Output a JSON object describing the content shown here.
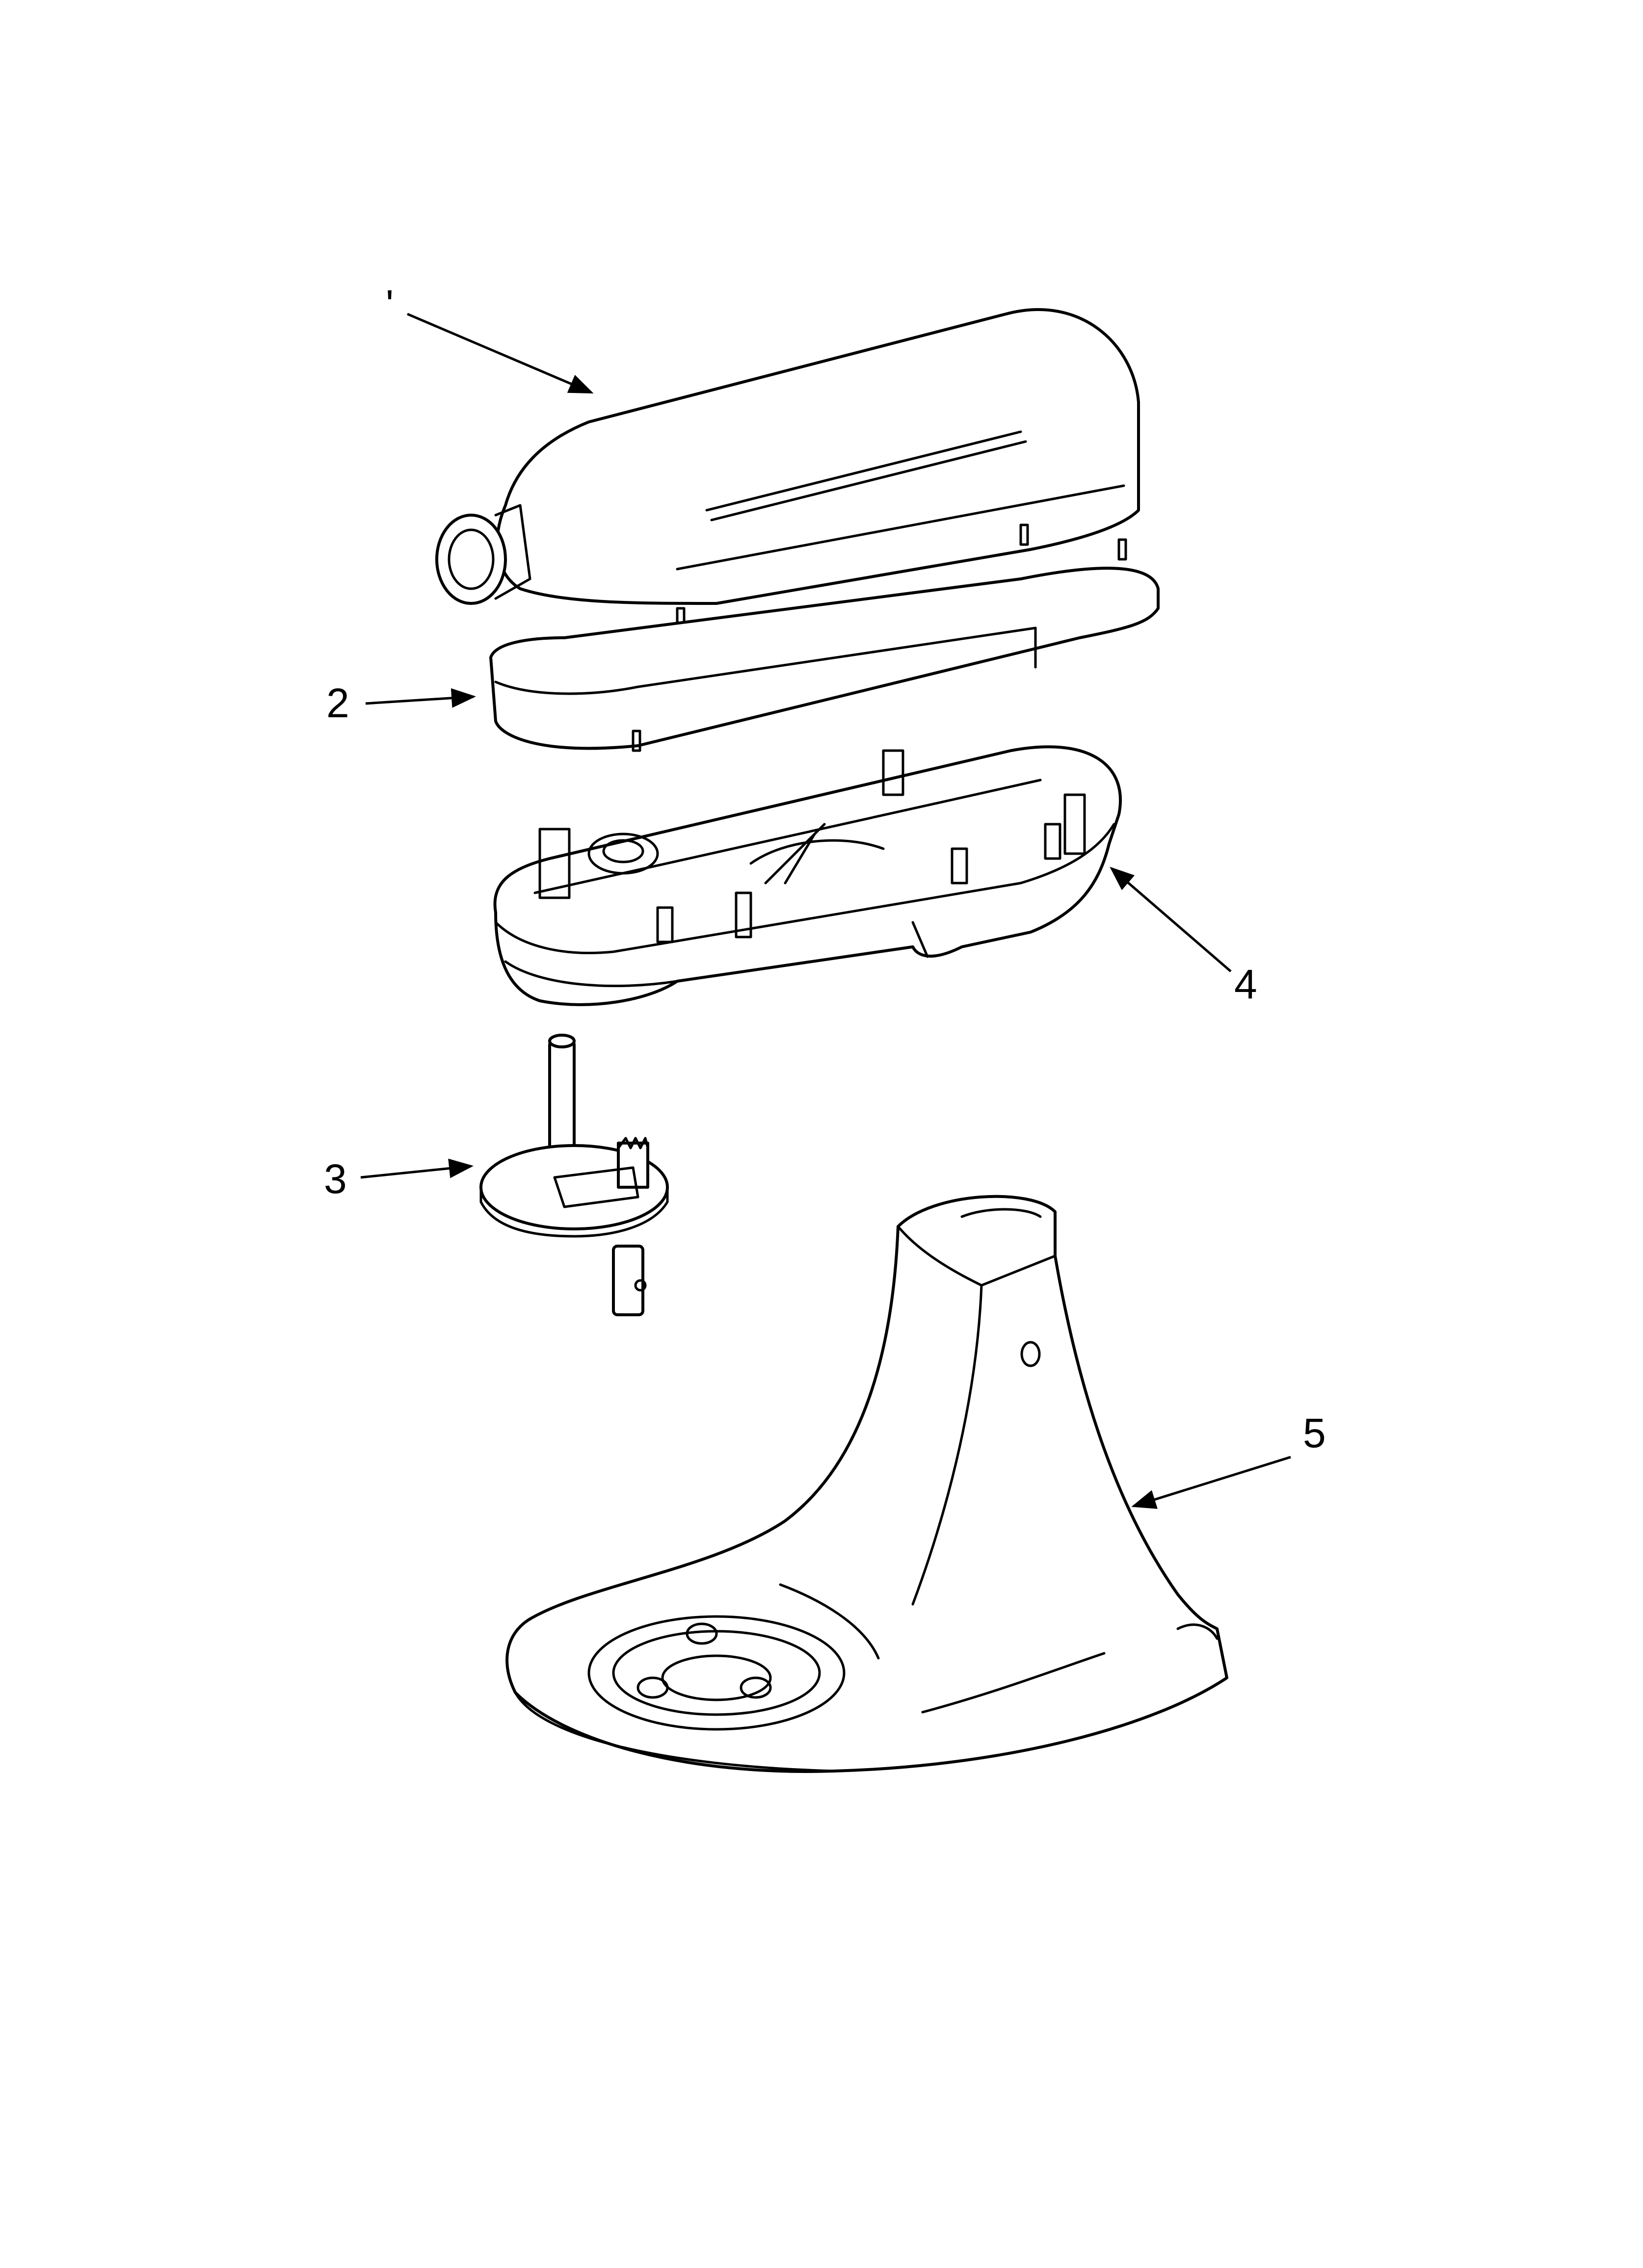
{
  "diagram": {
    "callouts": [
      {
        "id": "1",
        "label": "'"
      },
      {
        "id": "2",
        "label": "2"
      },
      {
        "id": "3",
        "label": "3"
      },
      {
        "id": "4",
        "label": "4"
      },
      {
        "id": "5",
        "label": "5"
      }
    ],
    "colors": {
      "line": "#000000",
      "background": "#ffffff"
    }
  }
}
